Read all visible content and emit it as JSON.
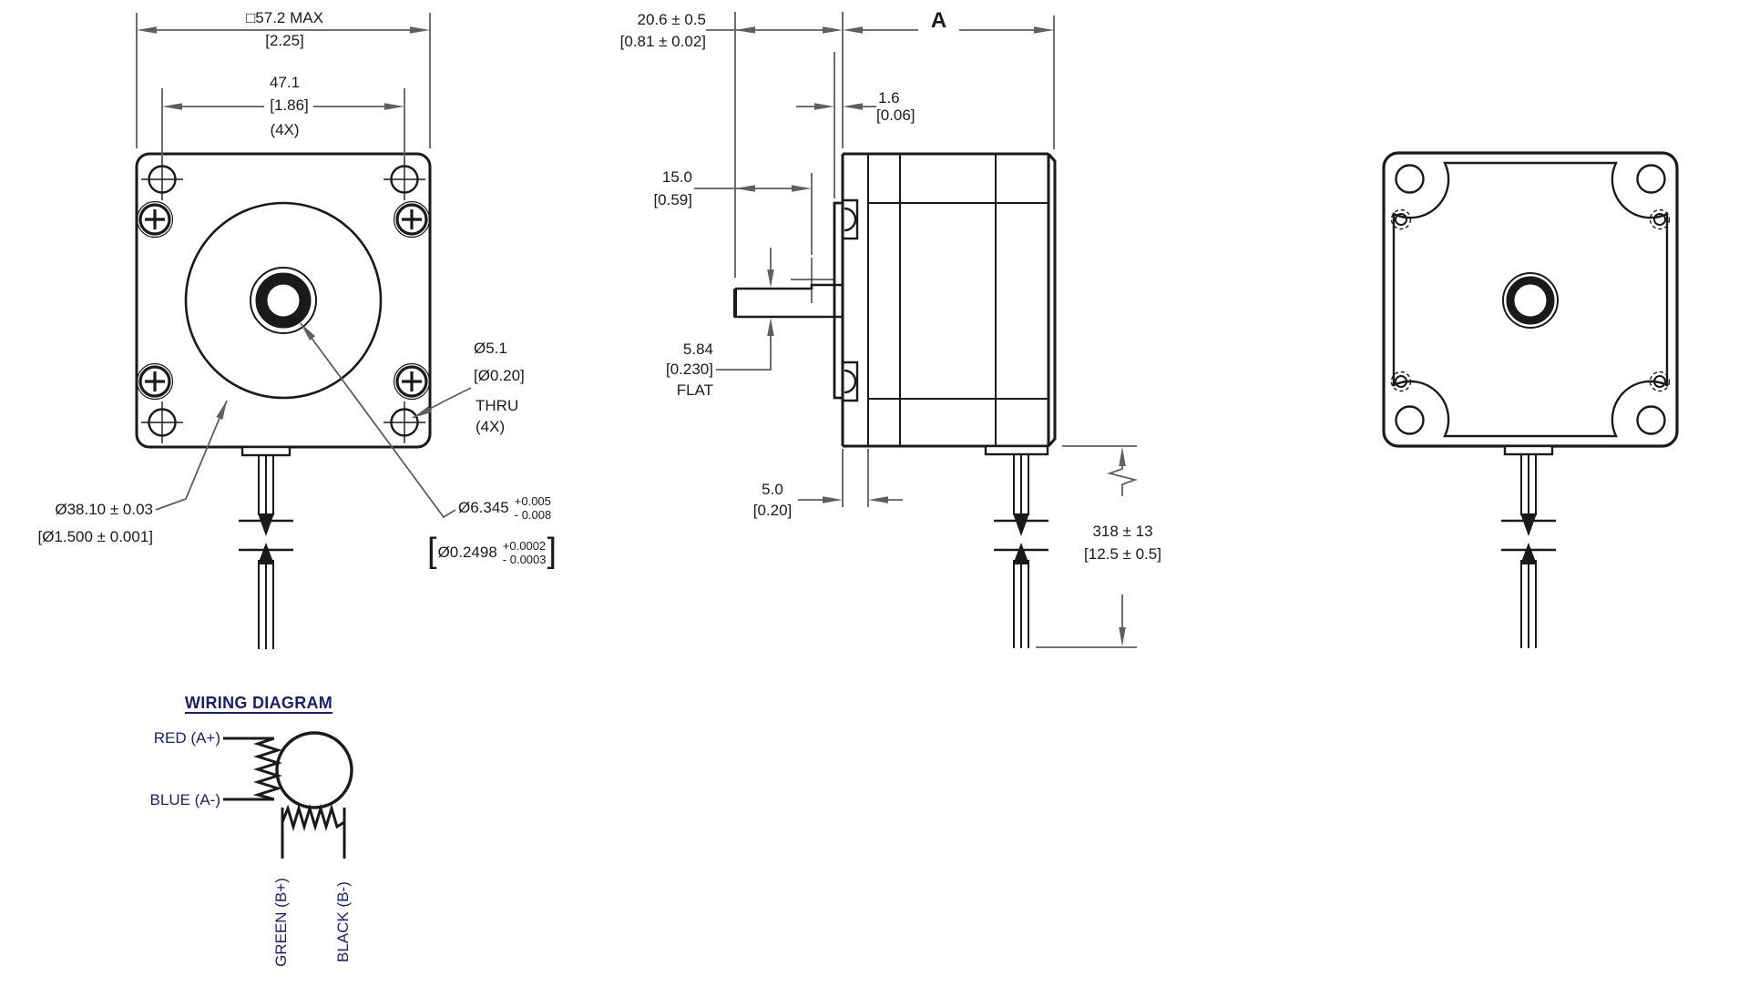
{
  "front": {
    "width_mm": "□57.2 MAX",
    "width_in": "[2.25]",
    "bolt_mm": "47.1",
    "bolt_in": "[1.86]",
    "bolt_qty": "(4X)",
    "hole_mm": "Ø5.1",
    "hole_in": "[Ø0.20]",
    "hole_thru": "THRU",
    "hole_qty": "(4X)",
    "pilot_mm": "Ø38.10 ± 0.03",
    "pilot_in": "[Ø1.500 ± 0.001]",
    "shaft_mm": "Ø6.345",
    "shaft_mm_plus": "+0.005",
    "shaft_mm_minus": "- 0.008",
    "shaft_in_open": "[",
    "shaft_in": "Ø0.2498",
    "shaft_in_plus": "+0.0002",
    "shaft_in_minus": "- 0.0003",
    "shaft_in_close": "]"
  },
  "side": {
    "shaft_len_mm": "20.6 ± 0.5",
    "shaft_len_in": "[0.81 ± 0.02]",
    "length_label": "A",
    "boss_mm": "1.6",
    "boss_in": "[0.06]",
    "flat_len_mm": "15.0",
    "flat_len_in": "[0.59]",
    "flat_mm": "5.84",
    "flat_in": "[0.230]",
    "flat_word": "FLAT",
    "flange_mm": "5.0",
    "flange_in": "[0.20]",
    "lead_mm": "318 ± 13",
    "lead_in": "[12.5 ± 0.5]"
  },
  "wiring": {
    "title": "WIRING DIAGRAM",
    "a_plus": "RED (A+)",
    "a_minus": "BLUE (A-)",
    "b_plus": "GREEN (B+)",
    "b_minus": "BLACK (B-)"
  },
  "colors": {
    "line": "#1a1a1a",
    "dim": "#5f5f5f",
    "navy": "#1c1c75"
  }
}
